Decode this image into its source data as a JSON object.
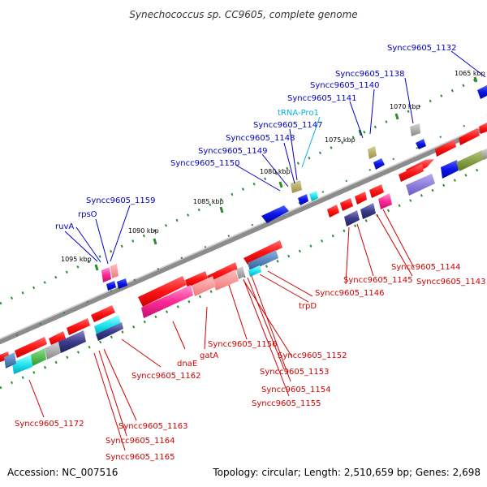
{
  "title": "Synechococcus sp. CC9605, complete genome",
  "footer": {
    "accession": "Accession: NC_007516",
    "topology": "Topology: circular; Length: 2,510,659 bp; Genes: 2,698"
  },
  "colors": {
    "backbone": "#8c8c8c",
    "forward_label": "#0000c8",
    "trna_label": "#00b4e6",
    "reverse_label": "#d20000",
    "tick": "#2d8c2d",
    "gene_red": "#ff1414",
    "gene_blue": "#0a14e6"
  },
  "ticks": {
    "t1065": "1065 kbp",
    "t1070": "1070 kbp",
    "t1075": "1075 kbp",
    "t1080": "1080 kbp",
    "t1085": "1085 kbp",
    "t1090": "1090 kbp",
    "t1095": "1095 kbp"
  },
  "labels_top": {
    "l1132": "Syncc9605_1132",
    "l1138": "Syncc9605_1138",
    "l1140": "Syncc9605_1140",
    "l1141": "Syncc9605_1141",
    "trna": "tRNA-Pro1",
    "l1147": "Syncc9605_1147",
    "l1148": "Syncc9605_1148",
    "l1149": "Syncc9605_1149",
    "l1150": "Syncc9605_1150",
    "l1159": "Syncc9605_1159",
    "rpsO": "rpsO",
    "ruvA": "ruvA"
  },
  "labels_bottom": {
    "l1144": "Syncc9605_1144",
    "l1143": "Syncc9605_1143",
    "l1145": "Syncc9605_1145",
    "l1146": "Syncc9605_1146",
    "trpD": "trpD",
    "l1152": "Syncc9605_1152",
    "l1156": "Syncc9605_1156",
    "l1153": "Syncc9605_1153",
    "l1154": "Syncc9605_1154",
    "l1155": "Syncc9605_1155",
    "dnaE": "dnaE",
    "gatA": "gatA",
    "l1162": "Syncc9605_1162",
    "l1172": "Syncc9605_1172",
    "l1163": "Syncc9605_1163",
    "l1164": "Syncc9605_1164",
    "l1165": "Syncc9605_1165"
  }
}
